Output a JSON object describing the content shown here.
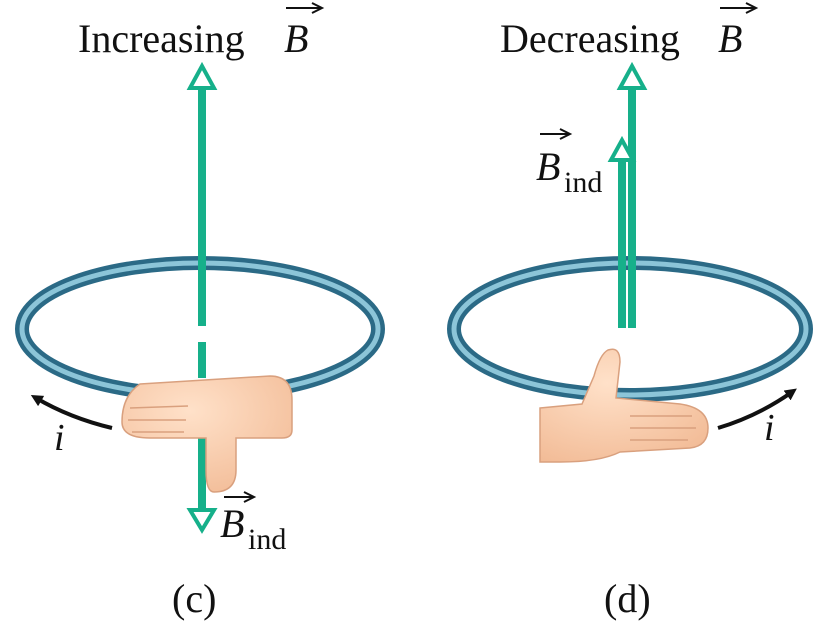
{
  "panel_c": {
    "title_word": "Increasing",
    "field_symbol": "B",
    "induced_symbol": "B",
    "induced_subscript": "ind",
    "current_symbol": "i",
    "panel_label": "(c)"
  },
  "panel_d": {
    "title_word": "Decreasing",
    "field_symbol": "B",
    "induced_symbol": "B",
    "induced_subscript": "ind",
    "current_symbol": "i",
    "panel_label": "(d)"
  },
  "colors": {
    "field_arrow": "#16b08a",
    "ring_outer": "#2b6a86",
    "ring_inner": "#8cc5d8",
    "hand_skin": "#f6c7a4",
    "current_arrow": "#111111"
  }
}
